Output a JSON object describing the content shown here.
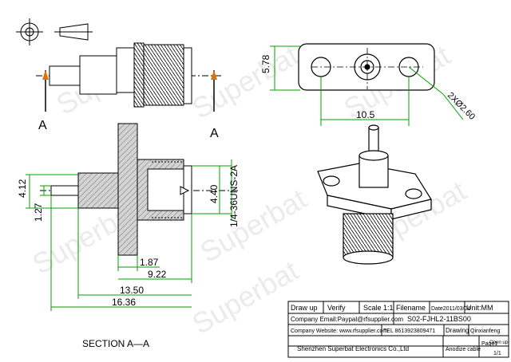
{
  "watermark": "Superbat",
  "dimensions": {
    "height_5_78": "5.78",
    "width_10_5": "10.5",
    "hole_spec": "2XØ2.60",
    "d_4_12": "4.12",
    "d_1_27": "1.27",
    "d_4_40": "4.40",
    "thread_spec": "1/4-36UNS-2A",
    "d_1_87": "1.87",
    "d_9_22": "9.22",
    "d_13_50": "13.50",
    "d_16_36": "16.36"
  },
  "section": {
    "marker_left": "A",
    "marker_right": "A",
    "caption": "SECTION A—A"
  },
  "title_block": {
    "draw_up": "Draw up",
    "verify": "Verify",
    "scale": "Scale 1:1",
    "filename_label": "Filename",
    "date": "Date2011/03/04",
    "unit": "Unit:MM",
    "email": "Company Email:Paypal@rfsupplier.com",
    "filename": "S02-FJHL2-11BS00",
    "website": "Company Website: www.rfsupplier.com",
    "tel": "TEL 8613923809471",
    "drawing_label": "Drawing",
    "drawer": "Qinxianfeng",
    "company": "Shenzhen Superbat Electronics Co.,Ltd",
    "finish": "Anodize cable",
    "page": "Page1",
    "open_label": "Open up",
    "open_value": "1/1"
  },
  "colors": {
    "line": "#000000",
    "dimension": "#00a000",
    "arrow": "#e07000",
    "hatch_fill": "#c8c8c8",
    "watermark": "#d9d9d9"
  }
}
